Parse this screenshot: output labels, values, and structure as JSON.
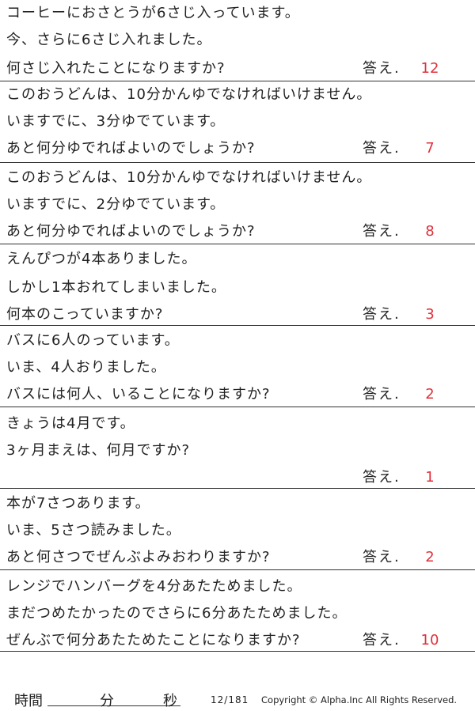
{
  "answer_color": "#e0303a",
  "problems": [
    {
      "lines": [
        "コーヒーにおさとうが6さじ入っています。",
        "今、さらに6さじ入れました。",
        "何さじ入れたことになりますか?"
      ],
      "answer_label": "答え.",
      "answer": "12"
    },
    {
      "lines": [
        "このおうどんは、10分かんゆでなければいけません。",
        "いますでに、3分ゆでています。",
        "あと何分ゆでればよいのでしょうか?"
      ],
      "answer_label": "答え.",
      "answer": "7"
    },
    {
      "lines": [
        "このおうどんは、10分かんゆでなければいけません。",
        "いますでに、2分ゆでています。",
        "あと何分ゆでればよいのでしょうか?"
      ],
      "answer_label": "答え.",
      "answer": "8"
    },
    {
      "lines": [
        "えんぴつが4本ありました。",
        "しかし1本おれてしまいました。",
        "何本のこっていますか?"
      ],
      "answer_label": "答え.",
      "answer": "3"
    },
    {
      "lines": [
        "バスに6人のっています。",
        "いま、4人おりました。",
        "バスには何人、いることになりますか?"
      ],
      "answer_label": "答え.",
      "answer": "2"
    },
    {
      "lines": [
        "きょうは4月です。",
        "3ヶ月まえは、何月ですか?",
        ""
      ],
      "answer_label": "答え.",
      "answer": "1"
    },
    {
      "lines": [
        "本が7さつあります。",
        "いま、5さつ読みました。",
        "あと何さつでぜんぶよみおわりますか?"
      ],
      "answer_label": "答え.",
      "answer": "2"
    },
    {
      "lines": [
        "レンジでハンバーグを4分あたためました。",
        "まだつめたかったのでさらに6分あたためました。",
        "ぜんぶで何分あたためたことになりますか?"
      ],
      "answer_label": "答え.",
      "answer": "10"
    }
  ],
  "footer": {
    "time_label": "時間",
    "minute_label": "分",
    "second_label": "秒",
    "page": "12/181",
    "copyright": "Copyright © Alpha.Inc All Rights Reserved."
  }
}
